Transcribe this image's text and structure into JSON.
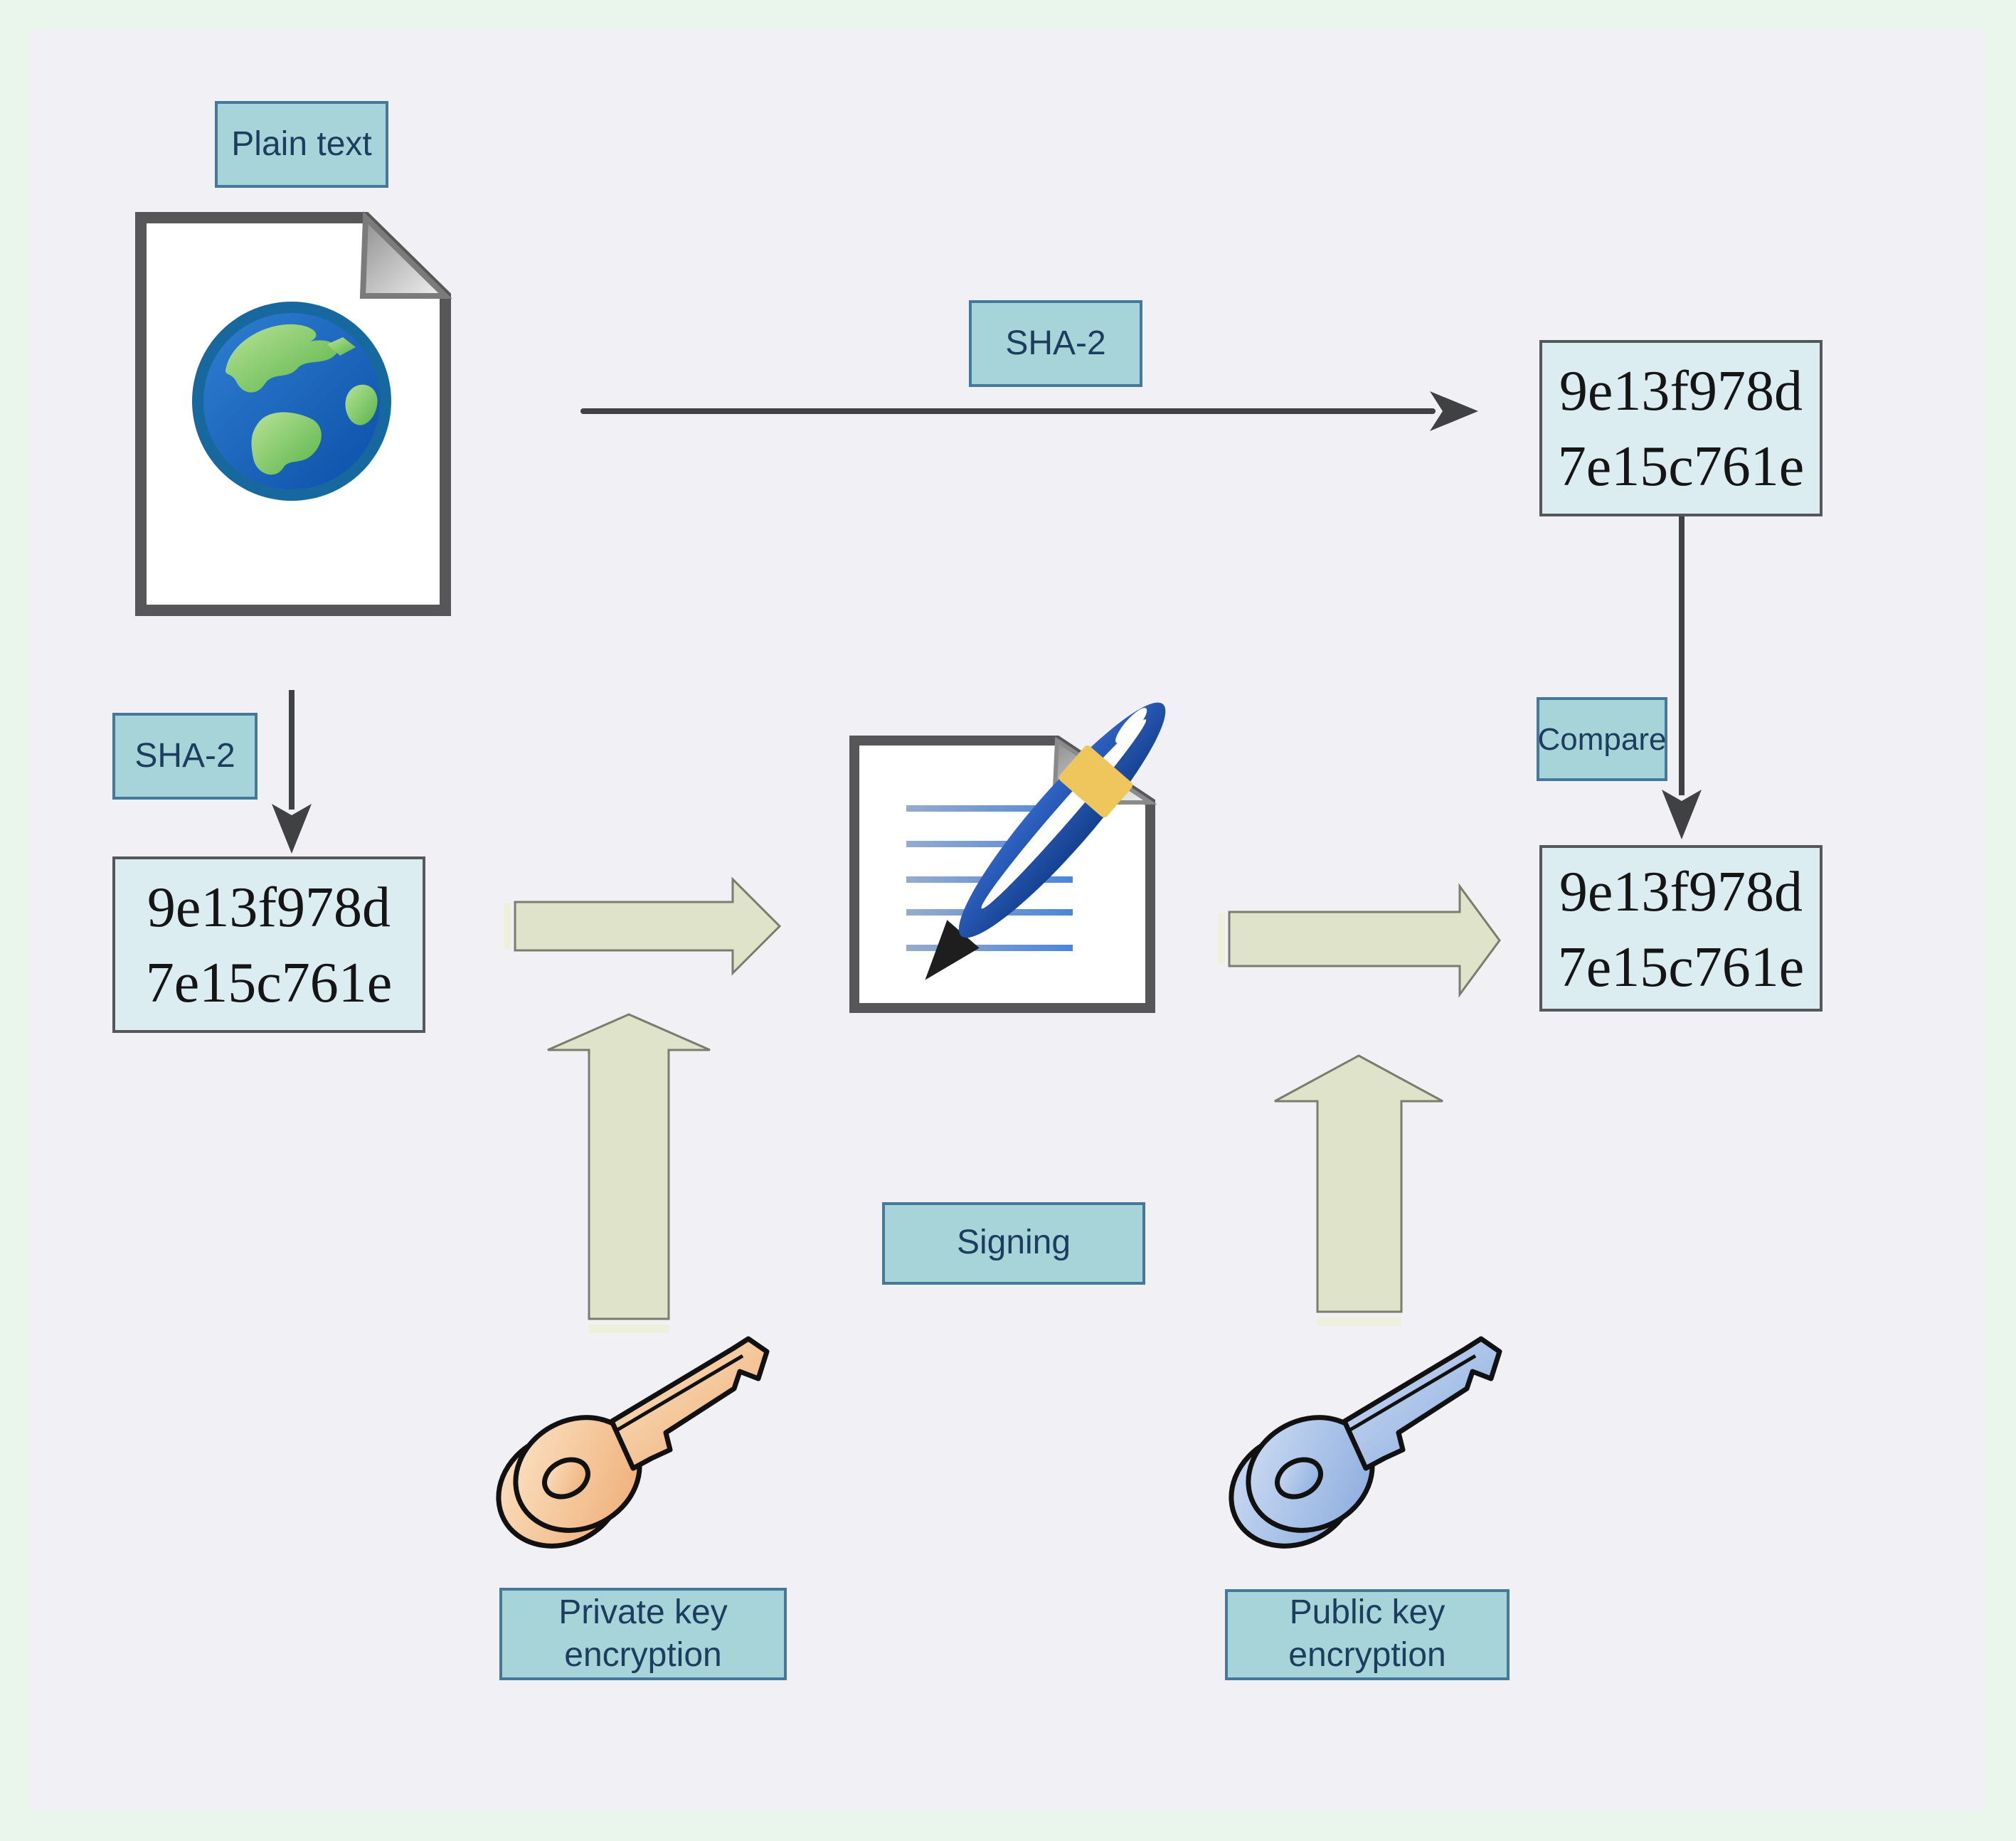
{
  "diagram": {
    "subject": "Digital signature process with SHA-2 hashing",
    "labels": {
      "plain_text": "Plain text",
      "sha2_top": "SHA-2",
      "sha2_left": "SHA-2",
      "compare": "Compare",
      "signing": "Signing",
      "private_key_line1": "Private key",
      "private_key_line2": "encryption",
      "public_key_line1": "Public key",
      "public_key_line2": "encryption"
    },
    "hashes": {
      "top_right": {
        "line1": "9e13f978d",
        "line2": "7e15c761e"
      },
      "left": {
        "line1": "9e13f978d",
        "line2": "7e15c761e"
      },
      "right": {
        "line1": "9e13f978d",
        "line2": "7e15c761e"
      }
    },
    "icons": {
      "plain_document": "document-icon",
      "globe": "globe-icon",
      "signing_document": "signed-document-icon",
      "pen": "pen-icon",
      "private_key": "key-icon-orange",
      "public_key": "key-icon-blue",
      "hash_arrows": "arrow-icon"
    }
  },
  "colors": {
    "outer_background": "#eaf6ec",
    "panel_background": "#f1f0f5",
    "label_fill": "#a6d4d9",
    "label_border": "#45799b",
    "label_text": "#1d3d5f",
    "hash_fill": "#dcedf2",
    "hash_border": "#55585a",
    "hash_text": "#151515",
    "arrow_dark": "#404143",
    "arrow_beige_fill": "#dee3c9",
    "arrow_beige_edge": "#7b7c6e",
    "arrow_beige_tail": "#eef0dc",
    "doc_border": "#57575a",
    "doc_fill": "#ffffff",
    "fold_dark": "#8f8f8f",
    "fold_light": "#f2f2f2",
    "line_left": "#97abcd",
    "line_right": "#4b86d9",
    "globe_ring": "#17689f",
    "ocean_light": "#2e7fd2",
    "ocean_dark": "#0d4fa8",
    "land_light": "#b9e295",
    "land_dark": "#58b44a",
    "pen_light": "#2f63c4",
    "pen_dark": "#16418f",
    "pen_band": "#efc65b",
    "pen_tip": "#1e1e1e",
    "key_outline": "#111111",
    "key_orange_light": "#fce4c6",
    "key_orange_dark": "#eeab72",
    "key_blue_light": "#cfdef5",
    "key_blue_dark": "#88a9dc"
  }
}
